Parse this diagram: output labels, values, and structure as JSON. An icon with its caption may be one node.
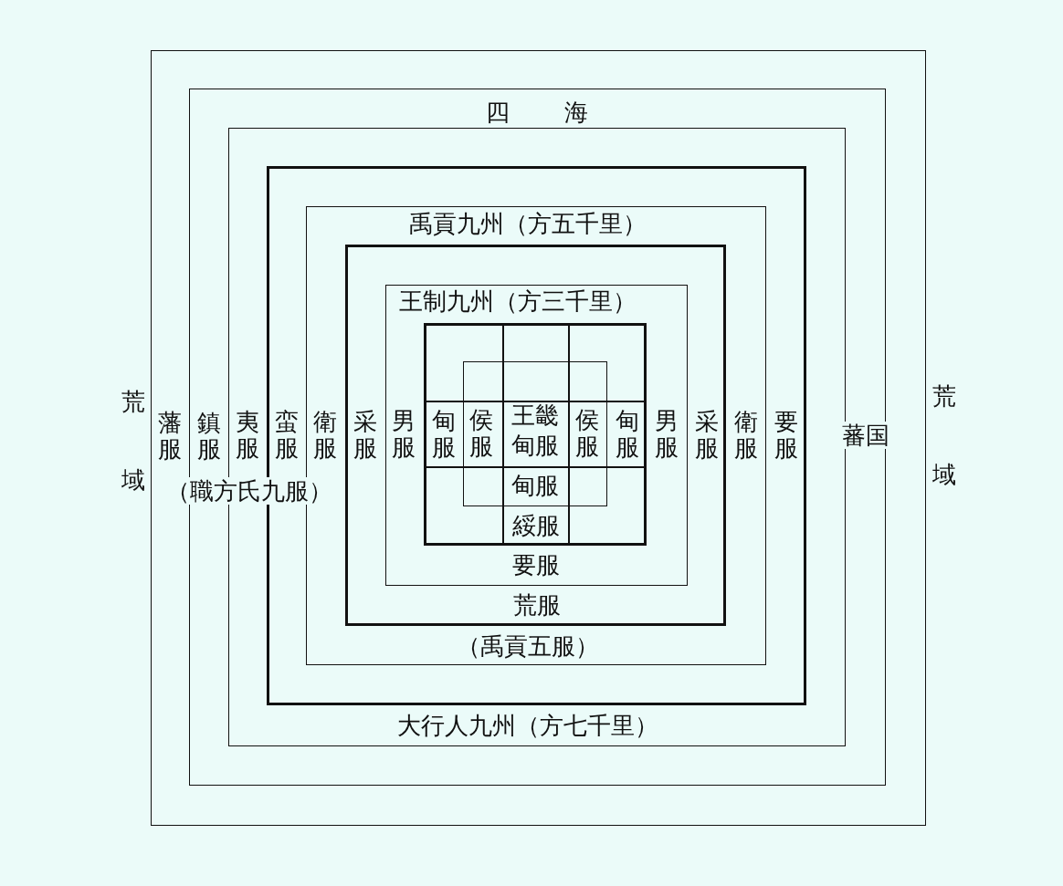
{
  "diagram": {
    "nodes": [
      {
        "text": [
          "藩服"
        ]
      },
      {
        "text": [
          "四 海",
          "鎮服"
        ],
        "in": 0
      },
      {
        "text": [
          "夷服",
          "大行人九州（方七千里）"
        ],
        "in": 1
      },
      {
        "text": [
          "蛮服",
          "要服"
        ],
        "in": 2
      },
      {
        "text": [
          "禹貢九州（方五千里）",
          "衛服",
          "衛服",
          "（禹貢五服）"
        ],
        "in": 3
      },
      {
        "text": [
          "采服",
          "采服",
          "荒服"
        ],
        "in": 4
      },
      {
        "text": [
          "王制九州（方三千里）",
          "男服",
          "男服",
          "要服"
        ],
        "in": 5
      },
      {
        "text": [
          "甸服",
          "甸服",
          "綏服"
        ],
        "in": 6
      },
      {
        "text": [
          "侯服",
          "王畿",
          "甸服",
          "甸服",
          "侯服"
        ],
        "in": 7
      }
    ],
    "labels": [
      "荒域",
      "荒域",
      "（職方氏九服）",
      "蕃国"
    ]
  }
}
